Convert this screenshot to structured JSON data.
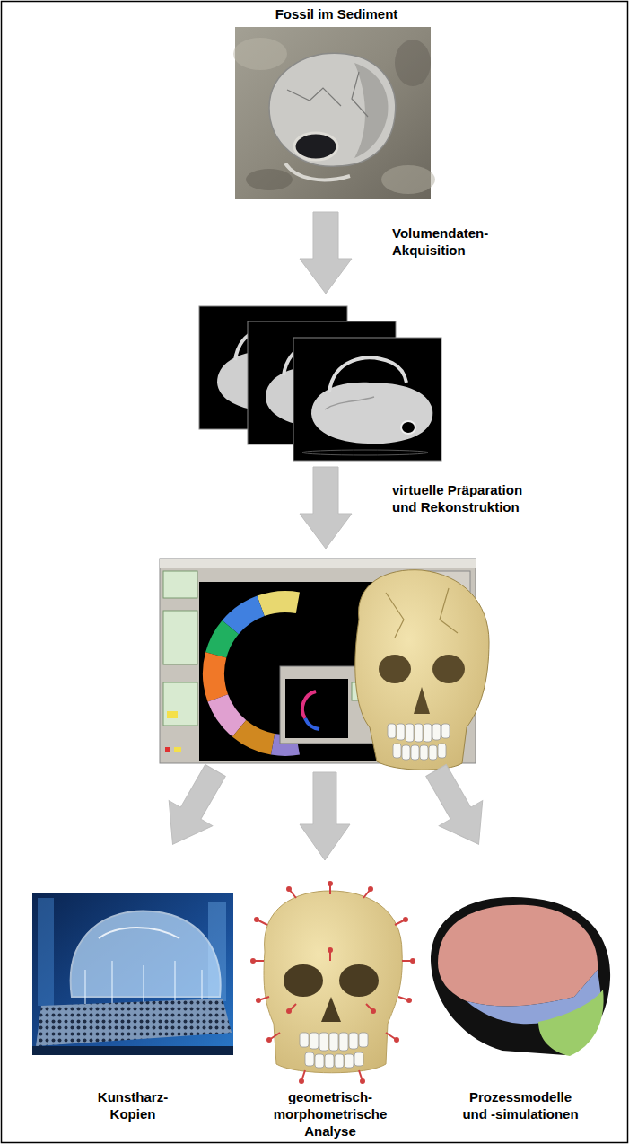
{
  "diagram": {
    "nodes": [
      {
        "text": [
          "Fossil im Sediment"
        ]
      },
      {
        "text": [
          "Kunstharz- Kopien"
        ]
      },
      {
        "text": [
          "geometrisch- morphometrische Analyse"
        ]
      },
      {
        "text": [
          "Prozessmodelle und -simulationen"
        ]
      }
    ],
    "labels": [
      "Volumendaten- Akquisition",
      "virtuelle Präparation und Rekonstruktion"
    ]
  }
}
